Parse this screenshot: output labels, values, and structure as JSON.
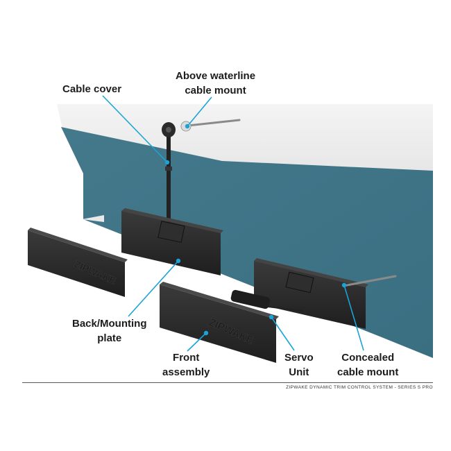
{
  "labels": {
    "cable_cover": "Cable cover",
    "above_waterline_line1": "Above waterline",
    "above_waterline_line2": "cable mount",
    "back_mounting_line1": "Back/Mounting",
    "back_mounting_line2": "plate",
    "front_assembly_line1": "Front",
    "front_assembly_line2": "assembly",
    "servo_unit_line1": "Servo",
    "servo_unit_line2": "Unit",
    "concealed_line1": "Concealed",
    "concealed_line2": "cable mount"
  },
  "brand_text": "ZIPWAKE",
  "footer": "ZIPWAKE DYNAMIC TRIM CONTROL SYSTEM - SERIES S PRO",
  "colors": {
    "hull_blue": "#3e7487",
    "hull_white": "#efefef",
    "leader_line": "#1aa3d6",
    "component": "#2a2a2a"
  }
}
